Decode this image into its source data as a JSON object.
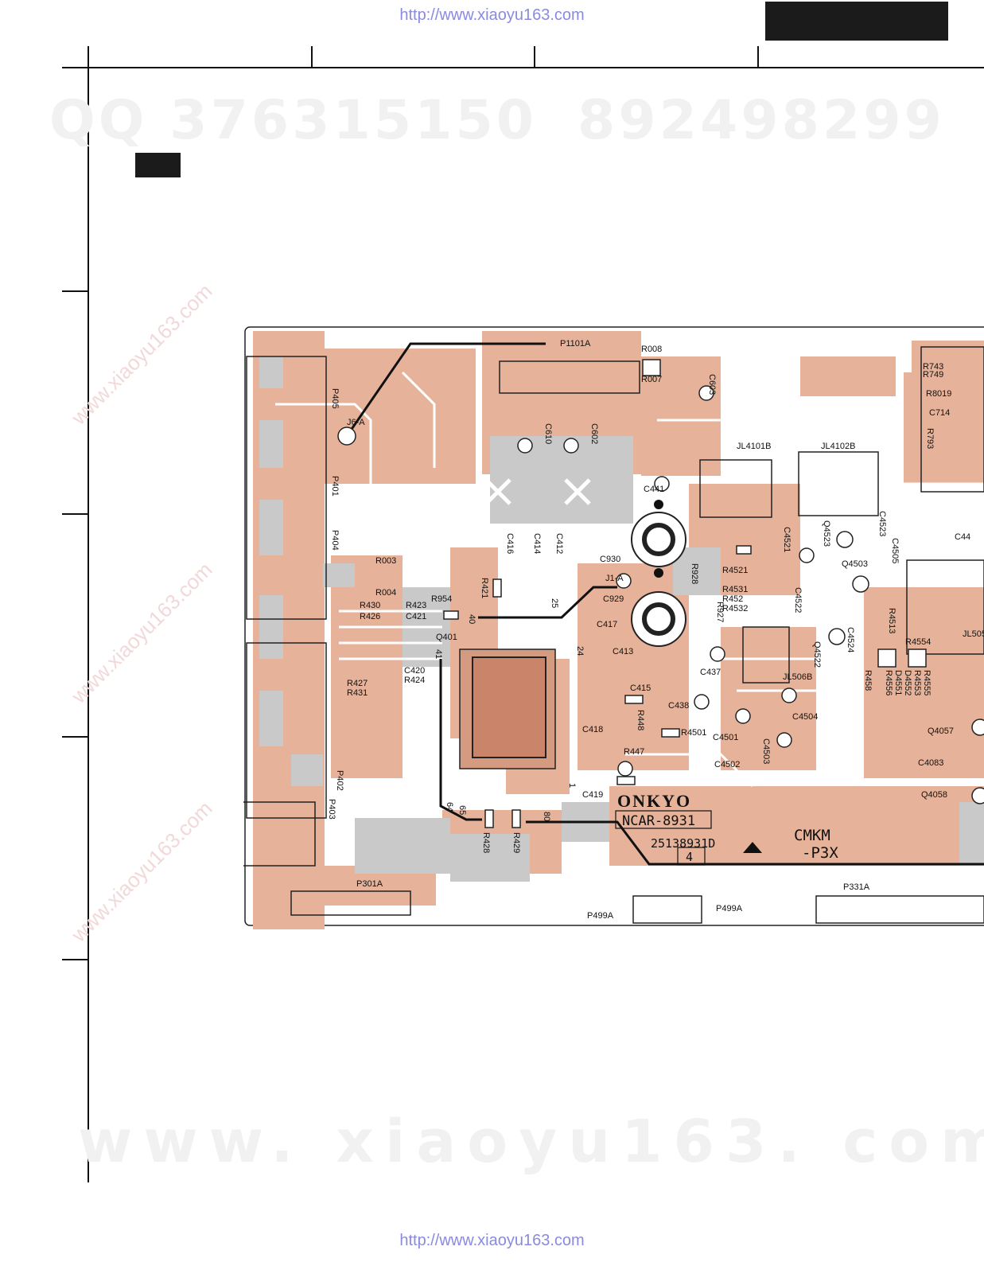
{
  "header": {
    "url_top": "http://www.xiaoyu163.com",
    "url_bottom": "http://www.xiaoyu163.com"
  },
  "watermarks": {
    "qq": "QQ 376315150",
    "phone": "892498299",
    "site": "www. xiaoyu163. com",
    "diagonal": "www.xiaoyu163.com"
  },
  "board": {
    "brand": "ONKYO",
    "part_no": "NCAR-8931",
    "serial": "25138931D",
    "model_line1": "CMKM",
    "model_line2": "-P3X",
    "rev": "4",
    "ic_pins": [
      "40",
      "25",
      "24",
      "41",
      "64",
      "65",
      "80",
      "1"
    ],
    "connectors": [
      "P1101A",
      "P405",
      "P401",
      "P404",
      "P402",
      "P403",
      "P301A",
      "P499A",
      "P499A",
      "P331A"
    ],
    "jacks": [
      "J6-A",
      "J1-A"
    ],
    "coils": [
      "JL4101B",
      "JL4102B",
      "JL506B",
      "JL505"
    ],
    "components": [
      "R008",
      "R007",
      "C603",
      "C610",
      "C602",
      "C441",
      "R003",
      "R004",
      "R954",
      "R430",
      "R426",
      "R423",
      "C421",
      "Q401",
      "R427",
      "R431",
      "C420",
      "R424",
      "C416",
      "C414",
      "C412",
      "R421",
      "C930",
      "C929",
      "R928",
      "R927",
      "R4521",
      "R4531",
      "R452",
      "R4532",
      "C4521",
      "C4522",
      "Q4523",
      "Q4503",
      "C4523",
      "C4505",
      "C4524",
      "Q4522",
      "R4513",
      "R4554",
      "R458",
      "R4556",
      "D4551",
      "D4552",
      "R4553",
      "R4555",
      "C417",
      "C413",
      "C437",
      "C415",
      "C438",
      "R448",
      "C418",
      "R4501",
      "C4501",
      "C4504",
      "C4503",
      "R447",
      "C4502",
      "C419",
      "R428",
      "R429",
      "Q4057",
      "C4083",
      "Q4058",
      "R743",
      "R749",
      "R8019",
      "C714",
      "R793",
      "C44"
    ]
  }
}
